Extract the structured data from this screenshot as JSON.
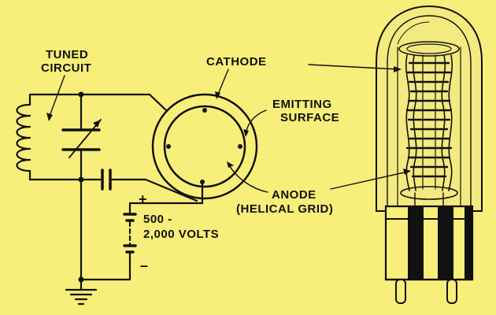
{
  "labels": {
    "tuned_line1": "TUNED",
    "tuned_line2": "CIRCUIT",
    "cathode": "CATHODE",
    "emitting_line1": "EMITTING",
    "emitting_line2": "SURFACE",
    "anode_line1": "ANODE",
    "anode_line2": "(HELICAL GRID)",
    "voltage_line1": "500 -",
    "voltage_line2": "2,000 VOLTS",
    "plus": "+",
    "minus": "–"
  },
  "colors": {
    "background": "#f8ee7a",
    "ink": "#111111",
    "glass": "#f3ea80"
  }
}
